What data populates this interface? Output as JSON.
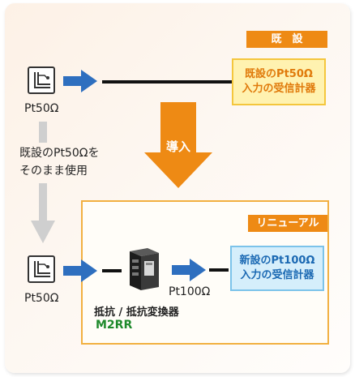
{
  "existing_tag": "既　設",
  "renewal_tag": "リニューアル",
  "top_sensor_label": "Pt50Ω",
  "top_receiver": {
    "line1": "既設のPt50Ω",
    "line2": "入力の受信計器"
  },
  "introduce_label": "導入",
  "reuse_note": {
    "line1": "既設のPt50Ωを",
    "line2": "そのまま使用"
  },
  "bottom_sensor_label": "Pt50Ω",
  "output_label": "Pt100Ω",
  "converter": {
    "name": "抵抗 / 抵抗変換器",
    "model": "M2RR"
  },
  "new_receiver": {
    "line1": "新設のPt100Ω",
    "line2": "入力の受信計器"
  },
  "colors": {
    "orange": "#ee8a14",
    "blue_arrow": "#2e6fbf",
    "model_green": "#1f8a2c",
    "gray_arrow": "#cfcfcf"
  }
}
